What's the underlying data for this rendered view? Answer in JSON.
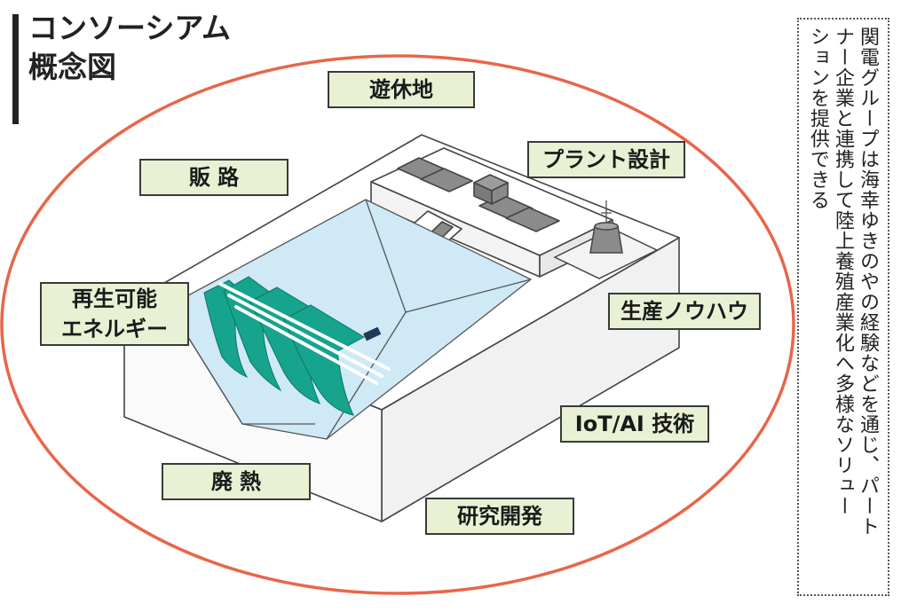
{
  "title": {
    "line1": "コンソーシアム",
    "line2": "概念図"
  },
  "labels": {
    "yukyuchi": "遊休地",
    "hanro": "販 路",
    "plant": "プラント設計",
    "energy_line1": "再生可能",
    "energy_line2": "エネルギー",
    "seisan": "生産ノウハウ",
    "iot": "IoT/AI 技術",
    "hainetsu": "廃 熱",
    "kenkyu": "研究開発"
  },
  "note": {
    "col1": "関電グループは海幸ゆきのやの経験などを通じ、パート",
    "col2": "ナー企業と連携して陸上養殖産業化へ多様なソリュー",
    "col3": "ションを提供できる"
  },
  "colors": {
    "ellipse": "#e8664a",
    "label_bg": "#e8f1d4",
    "water": "#cfe9f6",
    "seaweed": "#16a48e"
  }
}
